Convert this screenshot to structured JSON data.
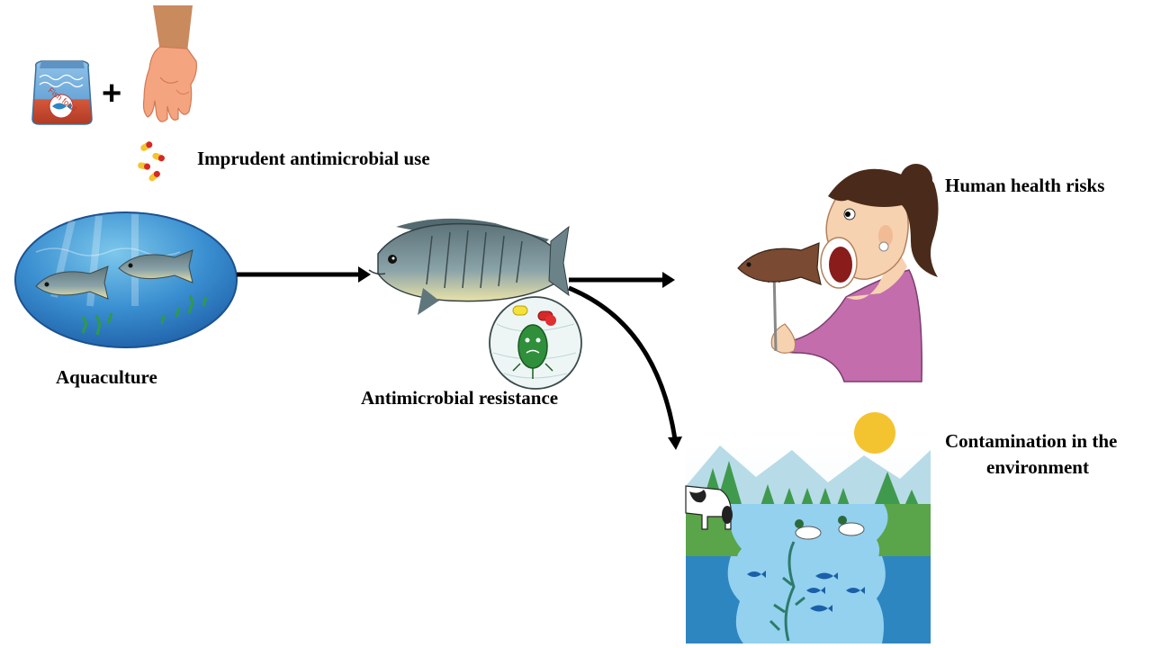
{
  "labels": {
    "imprudent_use": "Imprudent antimicrobial use",
    "aquaculture": "Aquaculture",
    "resistance": "Antimicrobial resistance",
    "human_risks": "Human health risks",
    "contamination_line1": "Contamination in the",
    "contamination_line2": "environment",
    "plus_sign": "+",
    "fish_food_bag": "Fish food"
  },
  "icons": [
    "fish-food-bag-icon",
    "hand-icon",
    "pill-capsule-icon",
    "pond-icon",
    "tilapia-fish-icon",
    "bacteria-icon",
    "woman-eating-icon",
    "sun-icon",
    "cow-icon",
    "duck-icon",
    "tree-icon",
    "seaweed-icon"
  ],
  "colors": {
    "arrow": "#000000",
    "pond_water": "#2f7ec4",
    "fish_body": "#6e8a90",
    "bag_blue": "#7fb3de",
    "bag_red": "#c8452e",
    "hand_skin": "#f0a27e",
    "shirt": "#c36dad",
    "hair": "#4a2a1a",
    "sun": "#f4c430",
    "grass": "#5aa44a",
    "lake": "#93d1ef",
    "deep_water": "#2e86c1"
  }
}
